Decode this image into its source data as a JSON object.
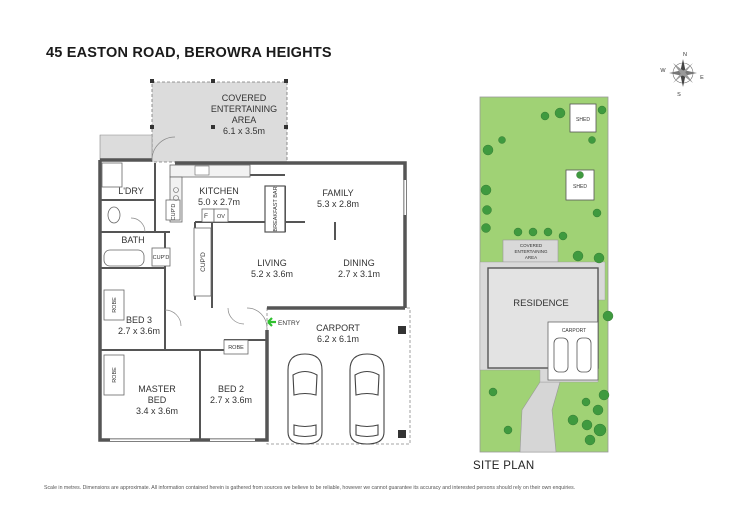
{
  "title": "45 EASTON ROAD, BEROWRA HEIGHTS",
  "rooms": {
    "covered_area": {
      "name_line1": "COVERED",
      "name_line2": "ENTERTAINING",
      "name_line3": "AREA",
      "size": "6.1 x 3.5m"
    },
    "laundry": {
      "name": "L'DRY"
    },
    "kitchen": {
      "name": "KITCHEN",
      "size": "5.0 x 2.7m"
    },
    "family": {
      "name": "FAMILY",
      "size": "5.3 x 2.8m"
    },
    "breakfast_bar": {
      "name": "BREAKFAST BAR"
    },
    "bath": {
      "name": "BATH"
    },
    "living": {
      "name": "LIVING",
      "size": "5.2 x 3.6m"
    },
    "dining": {
      "name": "DINING",
      "size": "2.7 x 3.1m"
    },
    "bed3": {
      "name": "BED 3",
      "size": "2.7 x 3.6m"
    },
    "master": {
      "name_line1": "MASTER",
      "name_line2": "BED",
      "size": "3.4 x 3.6m"
    },
    "bed2": {
      "name": "BED 2",
      "size": "2.7 x 3.6m"
    },
    "carport": {
      "name": "CARPORT",
      "size": "6.2 x 6.1m"
    }
  },
  "fixtures": {
    "cupd_small_a": "CUP'D",
    "cupd_small_b": "CUP'D",
    "cupd_vertical": "CUP'D",
    "robe_bed3": "ROBE",
    "robe_master": "ROBE",
    "robe_bed2": "ROBE",
    "fridge": "F",
    "microwave": "OV",
    "entry": "ENTRY"
  },
  "compass": {
    "n": "N",
    "e": "E",
    "s": "S",
    "w": "W"
  },
  "site_plan": {
    "title": "SITE PLAN",
    "residence": "RESIDENCE",
    "carport": "CARPORT",
    "shed_a": "SHED",
    "shed_b": "SHED",
    "covered_line1": "COVERED",
    "covered_line2": "ENTERTAINING",
    "covered_line3": "AREA"
  },
  "disclaimer": "Scale in metres. Dimensions are approximate. All information contained herein is gathered from sources we believe to be reliable, however we cannot guarantee its accuracy and interested persons should rely on their own enquiries.",
  "colors": {
    "wall": "#555555",
    "paving": "#d9d9d9",
    "garden": "#9ccf72",
    "tree": "#3f9a3f",
    "entry_arrow": "#2fc02f"
  }
}
